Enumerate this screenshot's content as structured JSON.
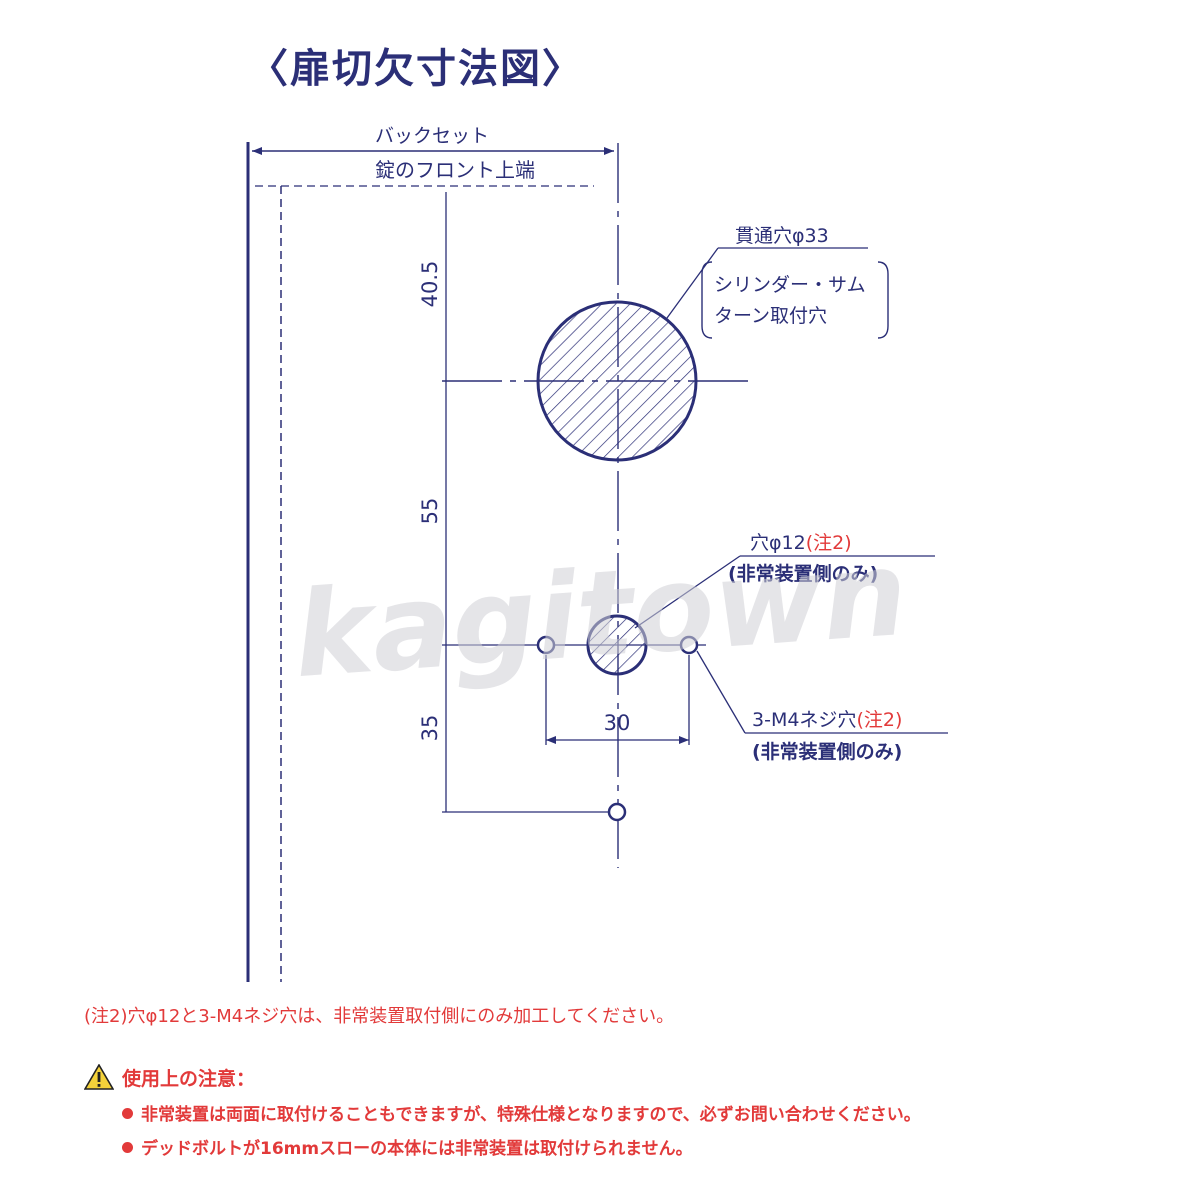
{
  "title": "〈扉切欠寸法図〉",
  "labels": {
    "backset": "バックセット",
    "front_top": "錠のフロント上端",
    "through_hole": "貫通穴φ33",
    "cyl_line1": "シリンダー・サム",
    "cyl_line2": "ターン取付穴",
    "hole12": "穴φ12",
    "note_ref": "(注2)",
    "emergency_only": "(非常装置側のみ)",
    "m4": "3-M4ネジ穴",
    "emergency_only_2": "(非常装置側のみ)"
  },
  "dimensions": {
    "d1": "40.5",
    "d2": "55",
    "d3": "35",
    "h": "30"
  },
  "watermark": "kagitown",
  "note2": "(注2)穴φ12と3-M4ネジ穴は、非常装置取付側にのみ加工してください。",
  "caution": {
    "heading": "使用上の注意：",
    "items": [
      "非常装置は両面に取付けることもできますが、特殊仕様となりますので、必ずお問い合わせください。",
      "デッドボルトが16mmスローの本体には非常装置は取付けられません。"
    ]
  },
  "colors": {
    "line": "#2b2f77",
    "accent": "#e23a3a"
  }
}
